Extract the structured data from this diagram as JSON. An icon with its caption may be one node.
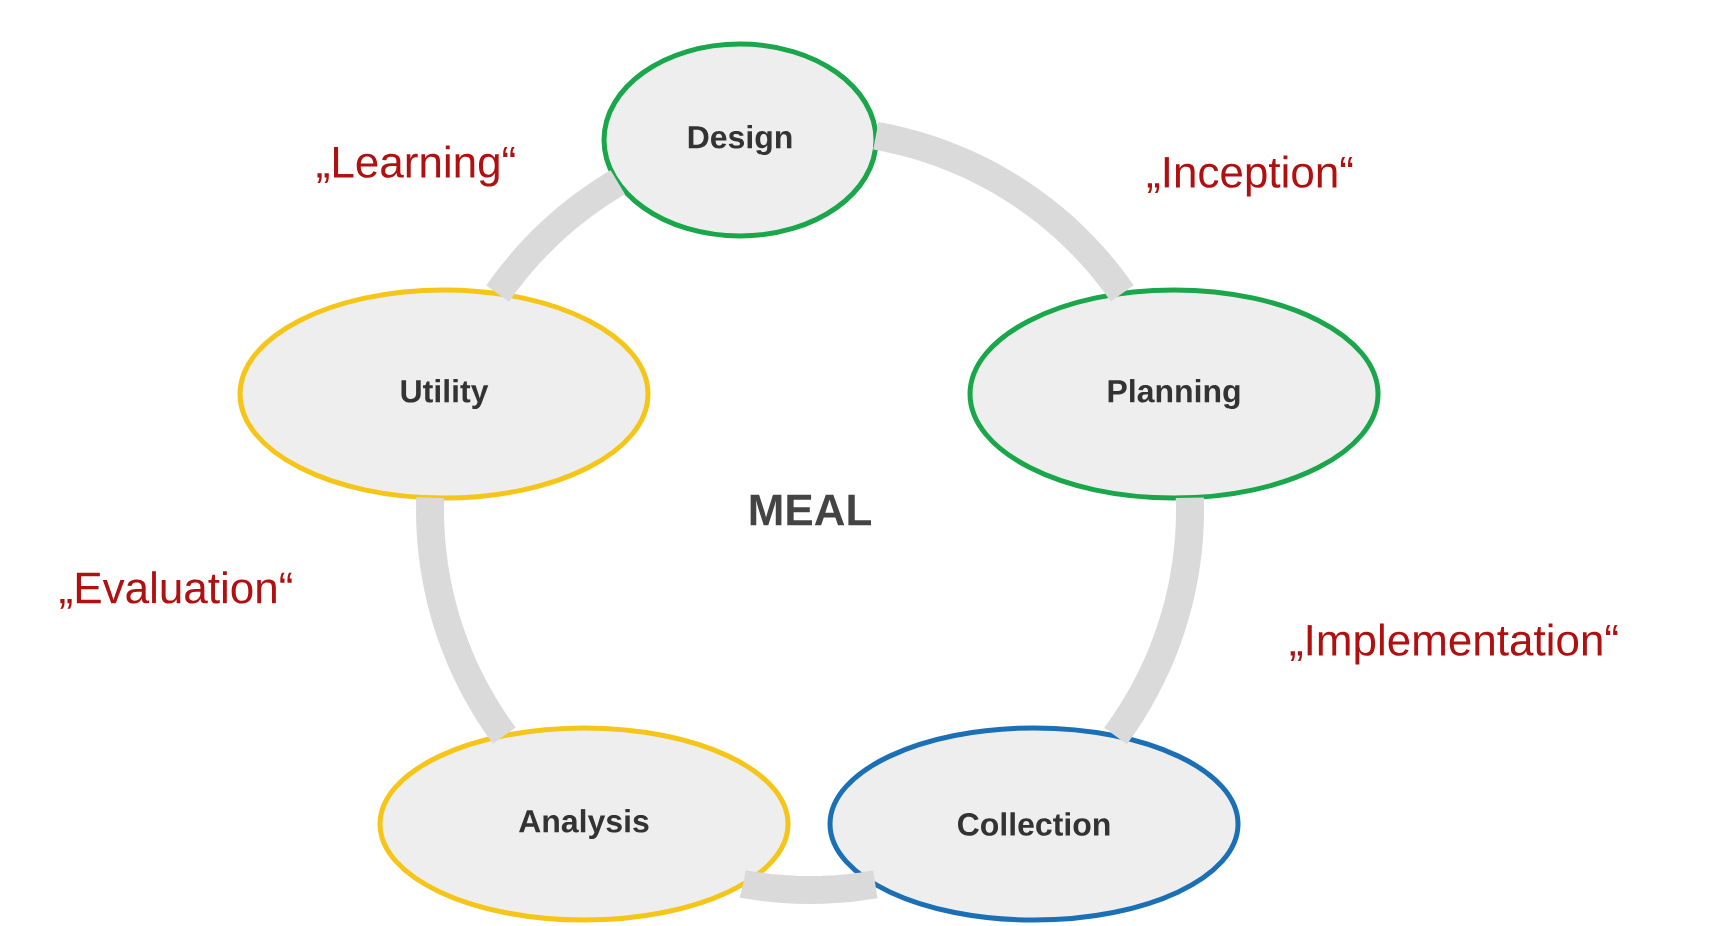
{
  "diagram": {
    "nodes": [
      {
        "text": [
          "Design"
        ]
      },
      {
        "text": [
          "Planning"
        ]
      },
      {
        "text": [
          "Collection"
        ]
      },
      {
        "text": [
          "Analysis"
        ]
      },
      {
        "text": [
          "Utility"
        ]
      }
    ],
    "edges": [
      {
        "from": 0,
        "to": 1,
        "arrow": "none"
      },
      {
        "from": 1,
        "to": 2,
        "arrow": "none"
      },
      {
        "from": 2,
        "to": 3,
        "arrow": "none"
      },
      {
        "from": 3,
        "to": 4,
        "arrow": "none"
      },
      {
        "from": 4,
        "to": 0,
        "arrow": "none"
      }
    ],
    "labels": [
      "MEAL",
      "„Learning“",
      "„Inception“",
      "„Evaluation“",
      "„Implementation“"
    ]
  }
}
